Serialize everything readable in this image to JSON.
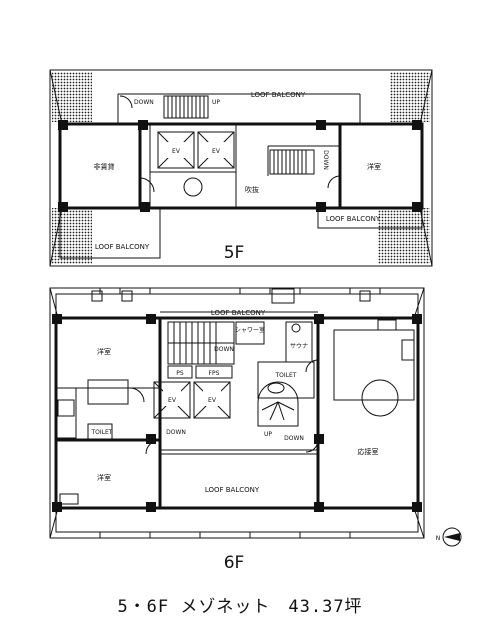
{
  "floor5": {
    "floor_label": "5F",
    "rooms": {
      "loof_balcony_top": "LOOF BALCONY",
      "hihinkashi": "非賃貸",
      "yoshitsu": "洋室",
      "fukinuke": "吹抜",
      "loof_balcony_left": "LOOF BALCONY",
      "loof_balcony_right": "LOOF BALCONY"
    },
    "labels": {
      "down_left": "DOWN",
      "up": "UP",
      "down_vertical": "DOWN",
      "ev1": "EV",
      "ev2": "EV"
    }
  },
  "floor6": {
    "floor_label": "6F",
    "rooms": {
      "loof_balcony_top": "LOOF BALCONY",
      "yoshitsu_upper": "洋室",
      "yoshitsu_lower": "洋室",
      "shower": "シャワー室",
      "sauna": "サウナ",
      "toilet_right": "TOILET",
      "toilet_left": "TOILET",
      "reception": "応接室",
      "loof_balcony_bottom": "LOOF BALCONY"
    },
    "labels": {
      "ps": "PS",
      "fps": "FPS",
      "ev1": "EV",
      "ev2": "EV",
      "down_stair": "DOWN",
      "down_left": "DOWN",
      "up": "UP",
      "down_right": "DOWN"
    },
    "compass": "N"
  },
  "caption": "5・6F メゾネット　43.37坪"
}
